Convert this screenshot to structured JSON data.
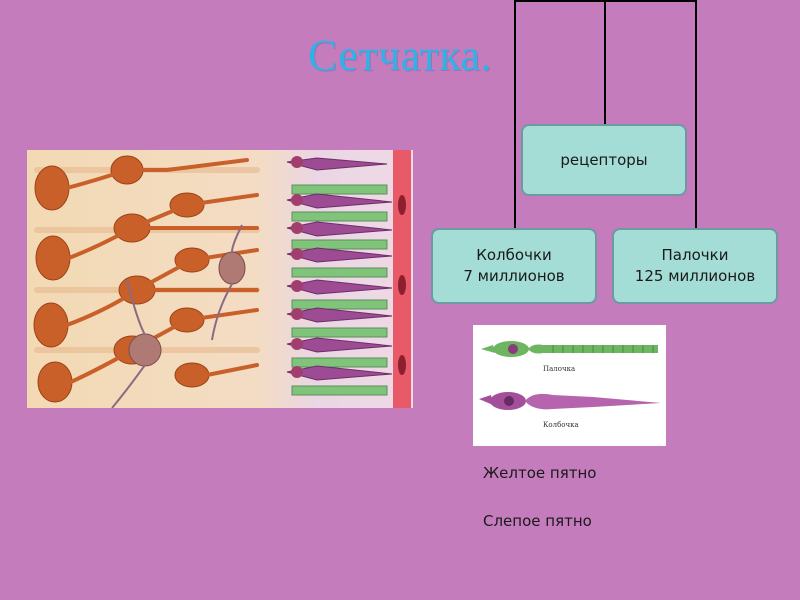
{
  "slide": {
    "title": "Сетчатка.",
    "background_color": "#c47cbc",
    "title_color": "#2fb2ea"
  },
  "diagram": {
    "root": "рецепторы",
    "cones": {
      "label": "Колбочки",
      "count": "7 миллионов"
    },
    "rods": {
      "label": "Палочки",
      "count": "125 миллионов"
    },
    "box_color": "#a4dcd6"
  },
  "cells_image": {
    "rod_caption": "Палочка",
    "cone_caption": "Колбочка"
  },
  "notes": {
    "yellow_spot": "Желтое пятно",
    "blind_spot": "Слепое пятно"
  }
}
